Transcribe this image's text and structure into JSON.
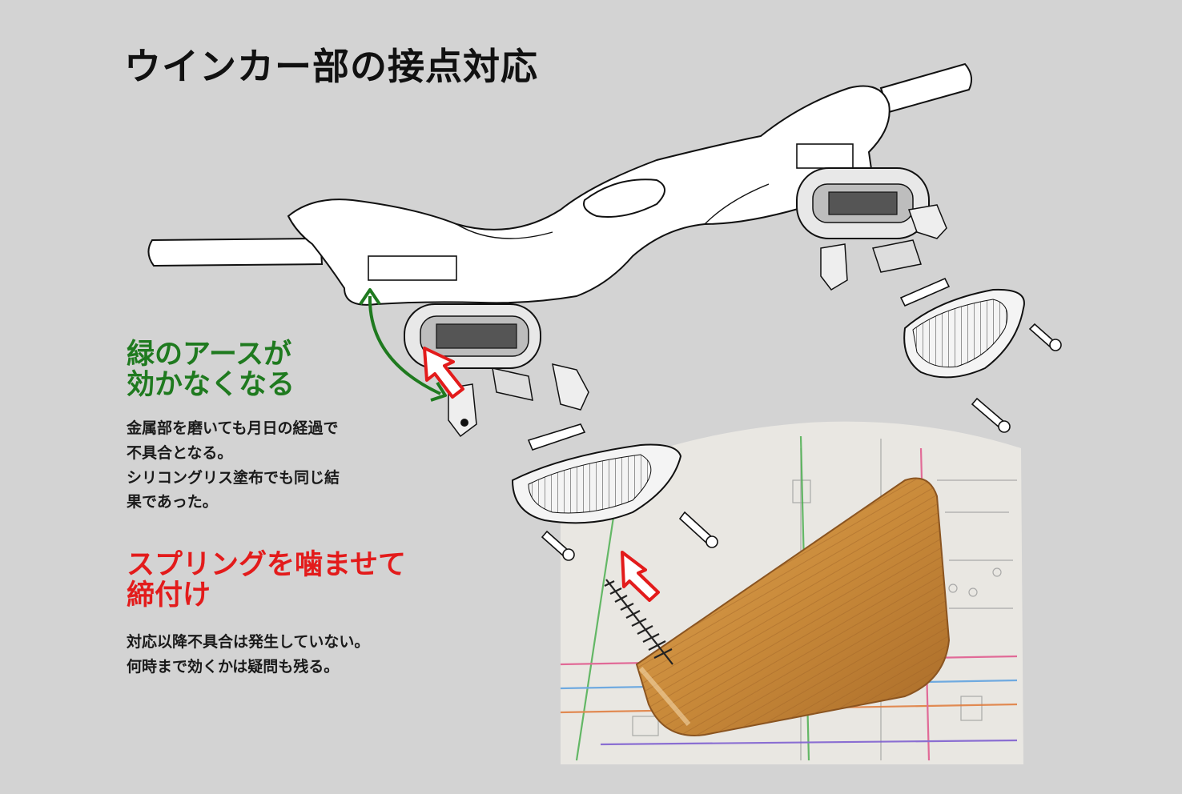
{
  "title": "ウインカー部の接点対応",
  "problem": {
    "heading_lines": [
      "緑のアースが",
      "効かなくなる"
    ],
    "body_lines": [
      "金属部を磨いても月日の経過で",
      "不具合となる。",
      "シリコングリス塗布でも同じ結",
      "果であった。"
    ]
  },
  "solution": {
    "heading_lines": [
      "スプリングを噛ませて",
      "締付け"
    ],
    "body_lines": [
      "対応以降不具合は発生していない。",
      "何時まで効くかは疑問も残る。"
    ]
  },
  "colors": {
    "background": "#d3d3d3",
    "green_accent": "#1f7a1f",
    "red_accent": "#e31b1b",
    "lens_amber": "#c98a3a"
  }
}
